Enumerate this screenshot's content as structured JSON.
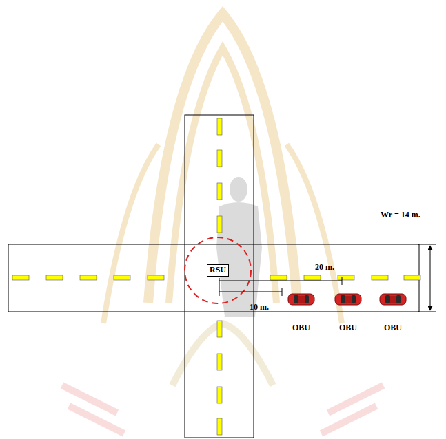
{
  "diagram": {
    "nodes": [
      {
        "text": [
          "RSU"
        ]
      },
      {
        "text": [
          "OBU"
        ]
      },
      {
        "text": [
          "OBU"
        ]
      },
      {
        "text": [
          "OBU"
        ]
      }
    ],
    "labels": [
      "Wr = 14 m.",
      "20 m.",
      "10 m."
    ]
  }
}
